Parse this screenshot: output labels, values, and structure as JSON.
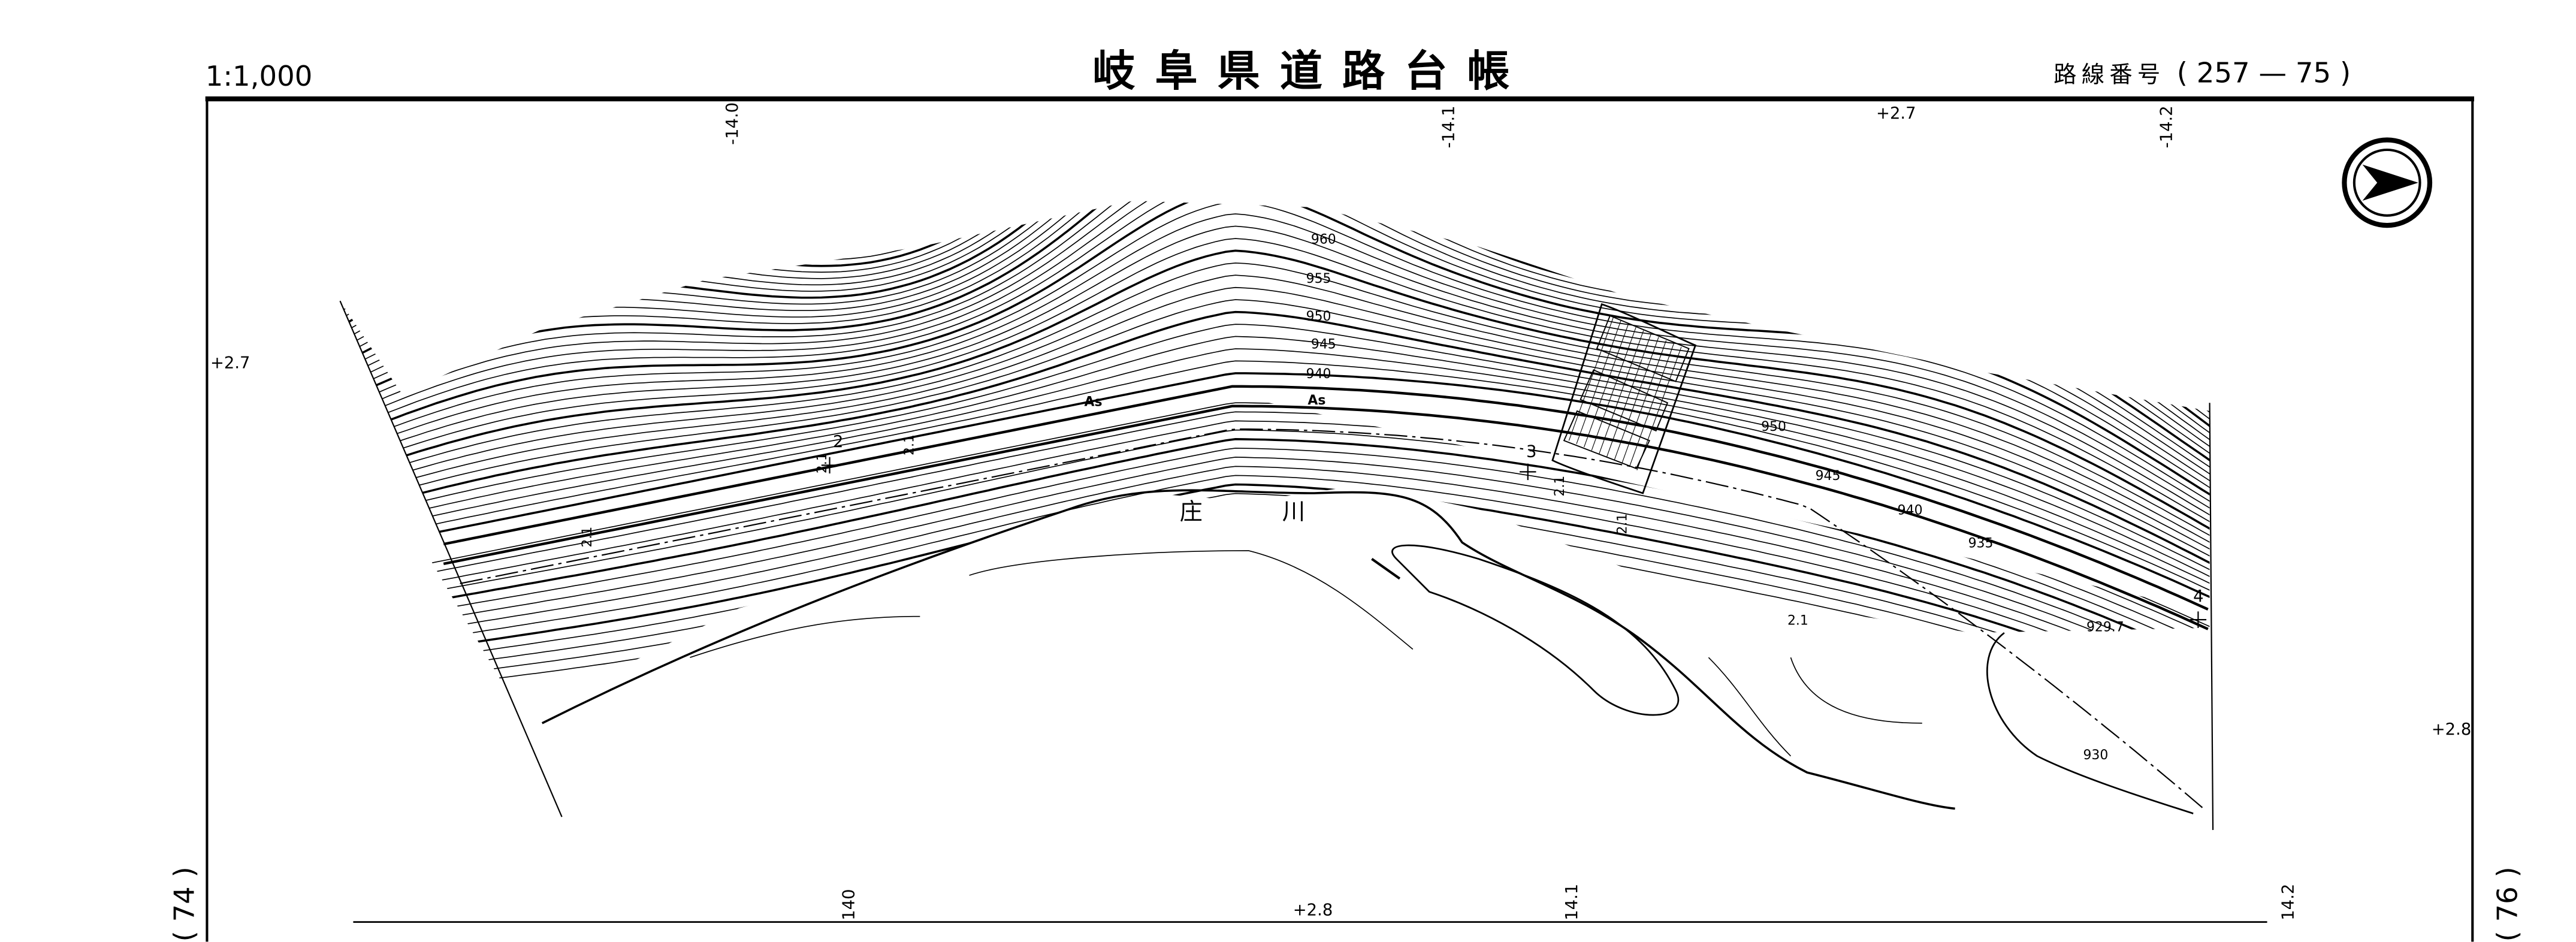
{
  "header": {
    "scale": "1:1,000",
    "title": "岐阜県道路台帳",
    "route_label": "路線番号",
    "route_number": "( 257 — 75 )"
  },
  "adjacent_sheets": {
    "left": "( 74 )",
    "right": "( 76 )"
  },
  "grid_labels": {
    "top": [
      "-14.0",
      "-14.1",
      "-14.2",
      "+2.7"
    ],
    "left": "+2.7",
    "right": "+2.8",
    "bottom": [
      "140",
      "+2.8",
      "14.1",
      "14.2"
    ]
  },
  "contour_labels": [
    "960",
    "955",
    "950",
    "945",
    "940",
    "950",
    "945",
    "940",
    "935",
    "930"
  ],
  "spot_height": "929.7",
  "river_name": "庄 川",
  "pavement_labels": [
    "As",
    "As"
  ],
  "station_numbers": [
    "2",
    "3",
    "4"
  ],
  "road_width_labels": [
    "2.1",
    "2.1",
    "2.1",
    "2.1",
    "2.1",
    "2.1"
  ],
  "north_arrow": "north-arrow",
  "colors": {
    "ink": "#000000",
    "paper": "#ffffff"
  }
}
